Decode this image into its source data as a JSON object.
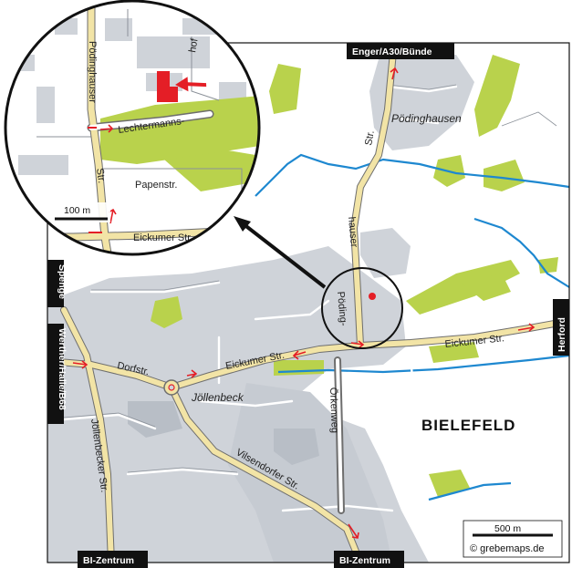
{
  "map": {
    "city_label": "BIELEFELD",
    "place_labels": {
      "joellenbeck": "Jöllenbeck",
      "poedinghausen": "Pödinghausen"
    },
    "road_labels": {
      "eickumer_main": "Eickumer Str.",
      "eickumer_east": "Eickumer Str.",
      "dorfstr": "Dorfstr.",
      "vilsendorfer": "Vilsendorfer Str.",
      "joellenbecker": "Jöllenbecker Str.",
      "oerkenweg": "Örkenweg",
      "poedinghauser_str": "Str.",
      "poedinghauser_hauser": "hauser",
      "poedinghauser_poeding": "Pöding-"
    },
    "destinations": {
      "north": "Enger/A30/Bünde",
      "east": "Herford",
      "west_spenge": "Spenge",
      "west_werther": "Werther/Halle/B68",
      "south_west": "BI-Zentrum",
      "south_east": "BI-Zentrum"
    },
    "scale_label": "500 m",
    "credit": "© grebemaps.de",
    "colors": {
      "road_fill": "#f2e4a6",
      "built_area": "#cfd3d9",
      "green_area": "#b9d24c",
      "water": "#1e88d0",
      "destination_bg": "#111111",
      "target_red": "#e41e26"
    }
  },
  "inset": {
    "road_labels": {
      "poedinghauser": "Pödinghauser",
      "str": "Str.",
      "lechtermanns": "Lechtermanns-",
      "hof": "hof",
      "papenstr": "Papenstr.",
      "eickumer": "Eickumer Str."
    },
    "scale_label": "100 m"
  }
}
